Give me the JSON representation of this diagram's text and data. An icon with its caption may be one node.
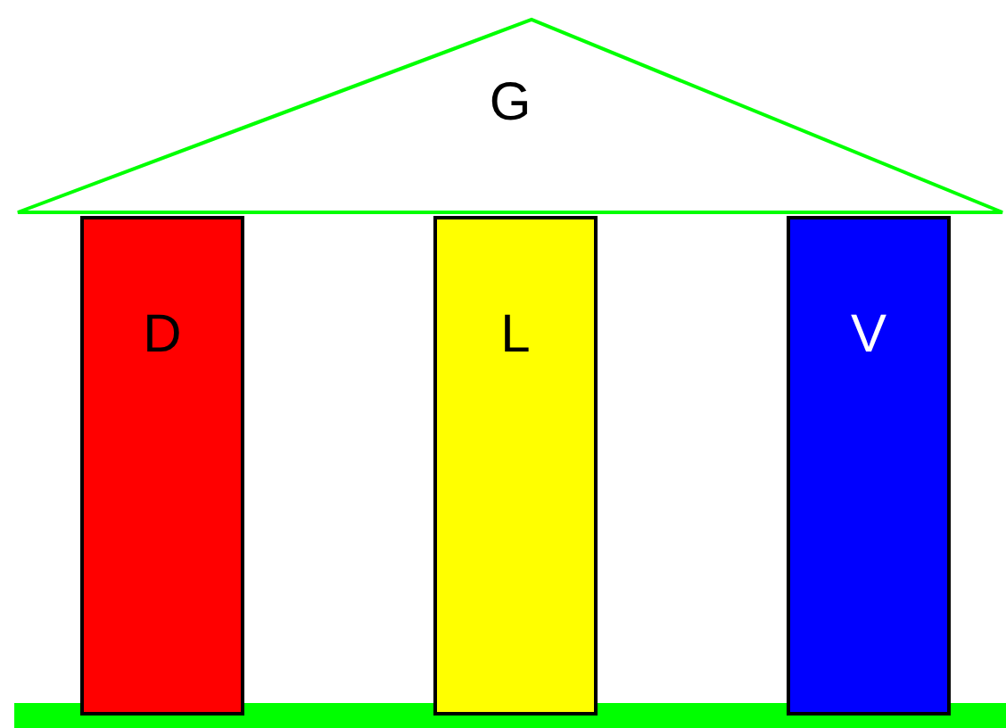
{
  "diagram": {
    "nodes": [
      {
        "text": [
          "G"
        ]
      },
      {
        "text": [
          "D"
        ]
      },
      {
        "text": [
          "L"
        ]
      },
      {
        "text": [
          "V"
        ]
      },
      {
        "text": [],
        "shape": "bar"
      }
    ]
  }
}
